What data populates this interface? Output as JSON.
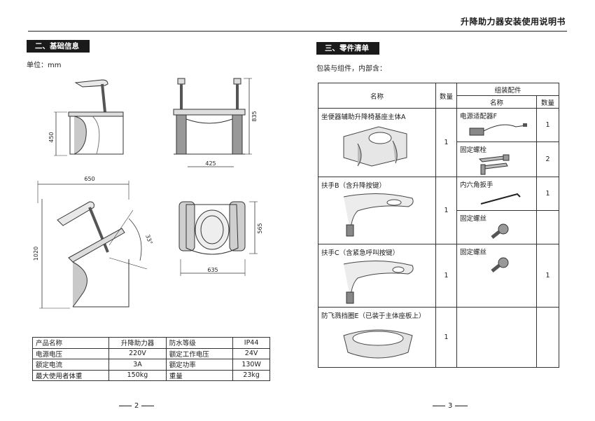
{
  "header": {
    "title": "升降助力器安装使用说明书"
  },
  "left": {
    "section_title": "二、基础信息",
    "unit_label": "单位：mm",
    "dimensions": {
      "height_450": "450",
      "height_835": "835",
      "width_425": "425",
      "width_650": "650",
      "angle_33": "33°",
      "height_1020": "1020",
      "depth_565": "565",
      "width_635": "635"
    },
    "specs": [
      [
        "产品名称",
        "升降助力器",
        "防水等级",
        "IP44"
      ],
      [
        "电源电压",
        "220V",
        "额定工作电压",
        "24V"
      ],
      [
        "额定电流",
        "3A",
        "额定功率",
        "130W"
      ],
      [
        "最大使用者体重",
        "150kg",
        "重量",
        "23kg"
      ]
    ],
    "page_number": "2"
  },
  "right": {
    "section_title": "三、零件清单",
    "intro": "包装与组件，内部含：",
    "table_header": {
      "name": "名称",
      "quantity": "数量",
      "accessories": "组装配件",
      "acc_name": "名称",
      "acc_quantity": "数量"
    },
    "parts": [
      {
        "name": "坐便器辅助升降椅基座主体A",
        "quantity": "1",
        "accessories": [
          {
            "name": "电源适配器F",
            "quantity": "1"
          },
          {
            "name": "固定螺栓",
            "quantity": "2"
          }
        ]
      },
      {
        "name": "扶手B（含升降按键）",
        "quantity": "1",
        "accessories": [
          {
            "name": "内六角扳手",
            "quantity": "1"
          },
          {
            "name": "固定螺丝",
            "quantity": ""
          }
        ]
      },
      {
        "name": "扶手C（含紧急呼叫按键）",
        "quantity": "1",
        "accessories": [
          {
            "name": "固定螺丝",
            "quantity": "1"
          }
        ]
      },
      {
        "name": "防飞溅挡圈E（已装于主体座板上）",
        "quantity": "1",
        "accessories": []
      }
    ],
    "page_number": "3"
  }
}
